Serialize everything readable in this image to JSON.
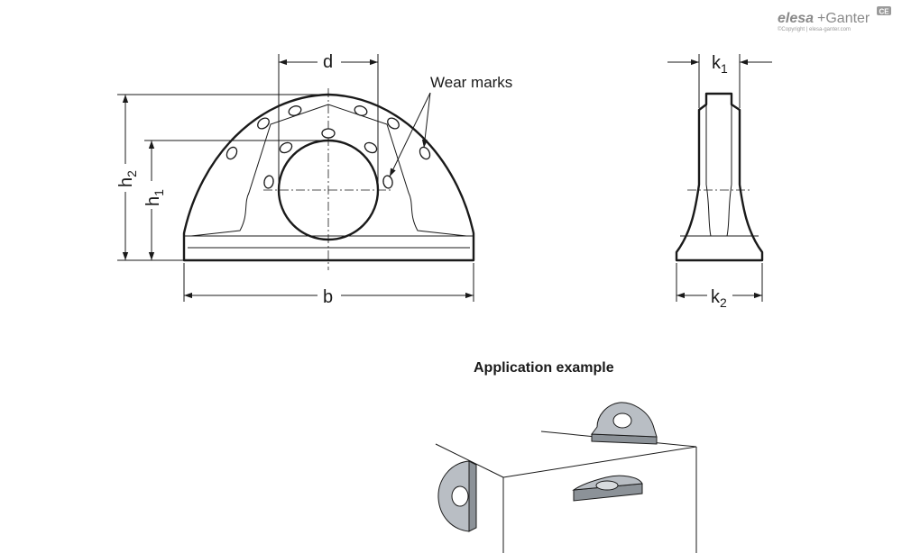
{
  "brand": {
    "name_part1": "elesa",
    "name_part2": "+Ganter",
    "copyright": "©Copyright | elesa-ganter.com",
    "badge": "CE"
  },
  "front_view": {
    "dim_d": "d",
    "dim_b": "b",
    "dim_h1_main": "h",
    "dim_h1_sub": "1",
    "dim_h2_main": "h",
    "dim_h2_sub": "2",
    "wear_marks_label": "Wear marks"
  },
  "side_view": {
    "dim_k1_main": "k",
    "dim_k1_sub": "1",
    "dim_k2_main": "k",
    "dim_k2_sub": "2"
  },
  "application": {
    "heading": "Application example"
  },
  "colors": {
    "line": "#1a1a1a",
    "part_fill": "#b9bec4",
    "part_shade": "#8c9298",
    "logo_gray": "#8a8a8a"
  }
}
